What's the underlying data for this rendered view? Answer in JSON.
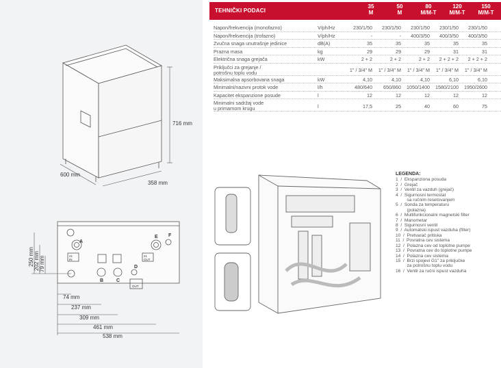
{
  "header": {
    "title": "TEHNIČKI PODACI",
    "models": [
      {
        "l1": "35",
        "l2": "M"
      },
      {
        "l1": "50",
        "l2": "M"
      },
      {
        "l1": "80",
        "l2": "M/M-T"
      },
      {
        "l1": "120",
        "l2": "M/M-T"
      },
      {
        "l1": "150",
        "l2": "M/M-T"
      }
    ]
  },
  "rows": [
    {
      "label": "Napon/frekvencija (monofazno)",
      "unit": "V/ph/Hz",
      "values": [
        "230/1/50",
        "230/1/50",
        "230/1/50",
        "230/1/50",
        "230/1/50"
      ]
    },
    {
      "label": "Napon/frekvencija (trofazno)",
      "unit": "V/ph/Hz",
      "values": [
        "-",
        "-",
        "400/3/50",
        "400/3/50",
        "400/3/50"
      ]
    },
    {
      "label": "Zvučna snaga unutrašnje jedinice",
      "unit": "dB(A)",
      "values": [
        "35",
        "35",
        "35",
        "35",
        "35"
      ]
    },
    {
      "label": "Prazna masa",
      "unit": "kg",
      "values": [
        "29",
        "29",
        "29",
        "31",
        "31"
      ]
    },
    {
      "label": "Električna snaga grejača",
      "unit": "kW",
      "values": [
        "2 + 2",
        "2 + 2",
        "2 + 2",
        "2 + 2 + 2",
        "2 + 2 + 2"
      ]
    },
    {
      "label": "Priključci za grejanje /",
      "label2": "potrošnu toplu vodu",
      "unit": "",
      "values": [
        "1\" / 3/4\" M",
        "1\" / 3/4\" M",
        "1\" / 3/4\" M",
        "1\" / 3/4\" M",
        "1\" / 3/4\" M"
      ]
    },
    {
      "label": "Maksimalna apsorbovana snaga",
      "unit": "kW",
      "values": [
        "4,10",
        "4,10",
        "4,10",
        "6,10",
        "6,10"
      ]
    },
    {
      "label": "Minimalni/nazivni protok vode",
      "unit": "l/h",
      "values": [
        "480/640",
        "650/860",
        "1050/1400",
        "1580/2100",
        "1950/2600"
      ]
    },
    {
      "label": "Kapacitet ekspanzione posude",
      "unit": "l",
      "values": [
        "12",
        "12",
        "12",
        "12",
        "12"
      ]
    },
    {
      "label": "Minimalni sadržaj vode",
      "label2": "u primarnom krugu",
      "unit": "l",
      "values": [
        "17,5",
        "25",
        "40",
        "60",
        "75"
      ]
    }
  ],
  "dims": {
    "height": "716 mm",
    "width": "600 mm",
    "depth": "358 mm",
    "v250": "250 mm",
    "v202": "202 mm",
    "v79": "79 mm",
    "h74": "74 mm",
    "h237": "237 mm",
    "h309": "309 mm",
    "h461": "461 mm",
    "h538": "538 mm"
  },
  "connections": {
    "A": "A",
    "B": "B",
    "C": "C",
    "D": "D",
    "E": "E",
    "F": "F",
    "in_label": "IN",
    "out_label": "OUT",
    "code1": "21",
    "code2": "12"
  },
  "legend": {
    "title": "LEGENDA:",
    "items": [
      "1  /  Ekspanziona posuda",
      "2  /  Grejač",
      "3  /  Ventil za vazduh (grejač)",
      "4  /  Sigurnosni termostat",
      "         sa ručnim resetovanjem",
      "5  /  Sonda za temperaturu",
      "         (polazna)",
      "6  /  Multifunkcionalni magnetski filter",
      "7  /  Manometar",
      "8  /  Sigurnosni ventil",
      "9  /  Automatski ispust vazduha (filter)",
      "10  /  Pretvarač pritiska",
      "11  /  Povratna cev sistema",
      "12  /  Polazna cev od toplotne pumpe",
      "13  /  Povratna cev do toplotne pumpe",
      "14  /  Polazna cev sistema",
      "15  /  Brzi spojevi G1\" za priključke",
      "         za potrošnu toplu vodu",
      "16  /  Ventil za ručni ispust vazduha"
    ]
  },
  "colors": {
    "accent": "#c8102e",
    "panel": "#f2f3f5"
  }
}
